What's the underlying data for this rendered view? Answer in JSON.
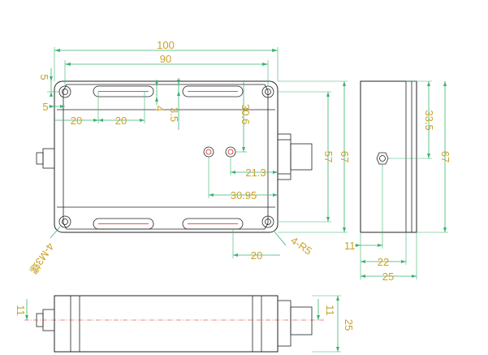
{
  "dims": {
    "total_width": "100",
    "hole_span": "90",
    "top_offset": "5",
    "left_offset": "5",
    "slot_pitch_a": "20",
    "slot_pitch_b": "20",
    "slot_height": "4",
    "slot_offset": "3.5",
    "connector_y": "30.6",
    "hole_x1": "21.3",
    "hole_x2": "30.95",
    "height_57": "57",
    "height_67": "67",
    "bottom_slot": "20",
    "radius": "4-R5",
    "mount_holes": "4-M3螺",
    "side_33_5": "33.5",
    "side_67": "67",
    "side_11": "11",
    "side_22": "22",
    "side_25": "25",
    "bottom_11_left": "11",
    "bottom_11_right": "11",
    "bottom_25": "25"
  },
  "colors": {
    "dimension": "#3cb371",
    "label": "#c9a227",
    "outline": "#222222",
    "centerline": "#d02020"
  }
}
